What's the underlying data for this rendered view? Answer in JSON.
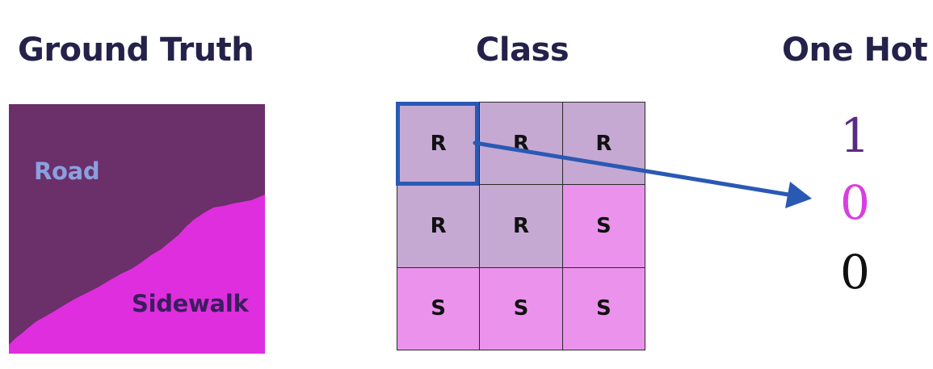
{
  "headings": {
    "ground_truth": "Ground Truth",
    "class": "Class",
    "one_hot": "One Hot"
  },
  "ground_truth": {
    "road_label": "Road",
    "sidewalk_label": "Sidewalk",
    "road_color": "#6b2f6a",
    "sidewalk_color": "#de2ede"
  },
  "class_grid": {
    "cells": [
      "R",
      "R",
      "R",
      "R",
      "R",
      "S",
      "S",
      "S",
      "S"
    ],
    "road_cell_color": "#c5a9d3",
    "sidewalk_cell_color": "#eb93ec",
    "highlight_color": "#2a59b4"
  },
  "one_hot": {
    "values": [
      "1",
      "0",
      "0"
    ],
    "colors": [
      "#5b2b83",
      "#d83ee0",
      "#111111"
    ]
  }
}
